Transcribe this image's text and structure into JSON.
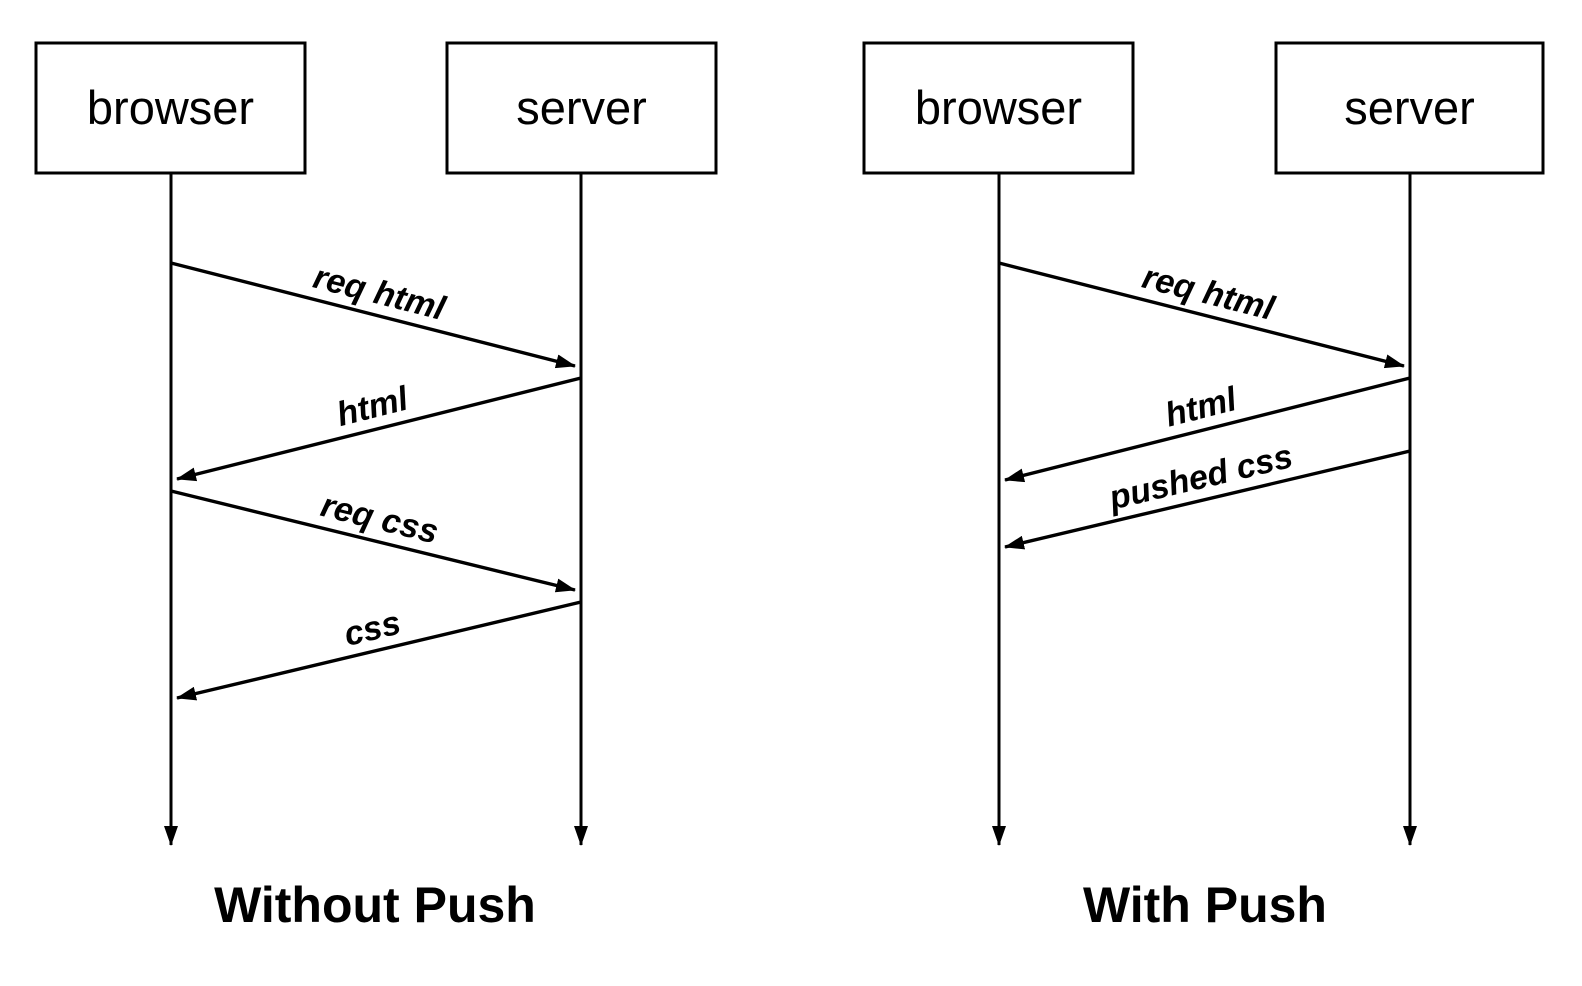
{
  "colors": {
    "line": "#000000",
    "background": "#ffffff"
  },
  "diagrams": [
    {
      "caption": "Without Push",
      "actors": [
        {
          "label": "browser"
        },
        {
          "label": "server"
        }
      ],
      "messages": [
        {
          "label": "req html",
          "from": "browser",
          "to": "server"
        },
        {
          "label": "html",
          "from": "server",
          "to": "browser"
        },
        {
          "label": "req css",
          "from": "browser",
          "to": "server"
        },
        {
          "label": "css",
          "from": "server",
          "to": "browser"
        }
      ]
    },
    {
      "caption": "With Push",
      "actors": [
        {
          "label": "browser"
        },
        {
          "label": "server"
        }
      ],
      "messages": [
        {
          "label": "req html",
          "from": "browser",
          "to": "server"
        },
        {
          "label": "html",
          "from": "server",
          "to": "browser"
        },
        {
          "label": "pushed css",
          "from": "server",
          "to": "browser"
        }
      ]
    }
  ]
}
